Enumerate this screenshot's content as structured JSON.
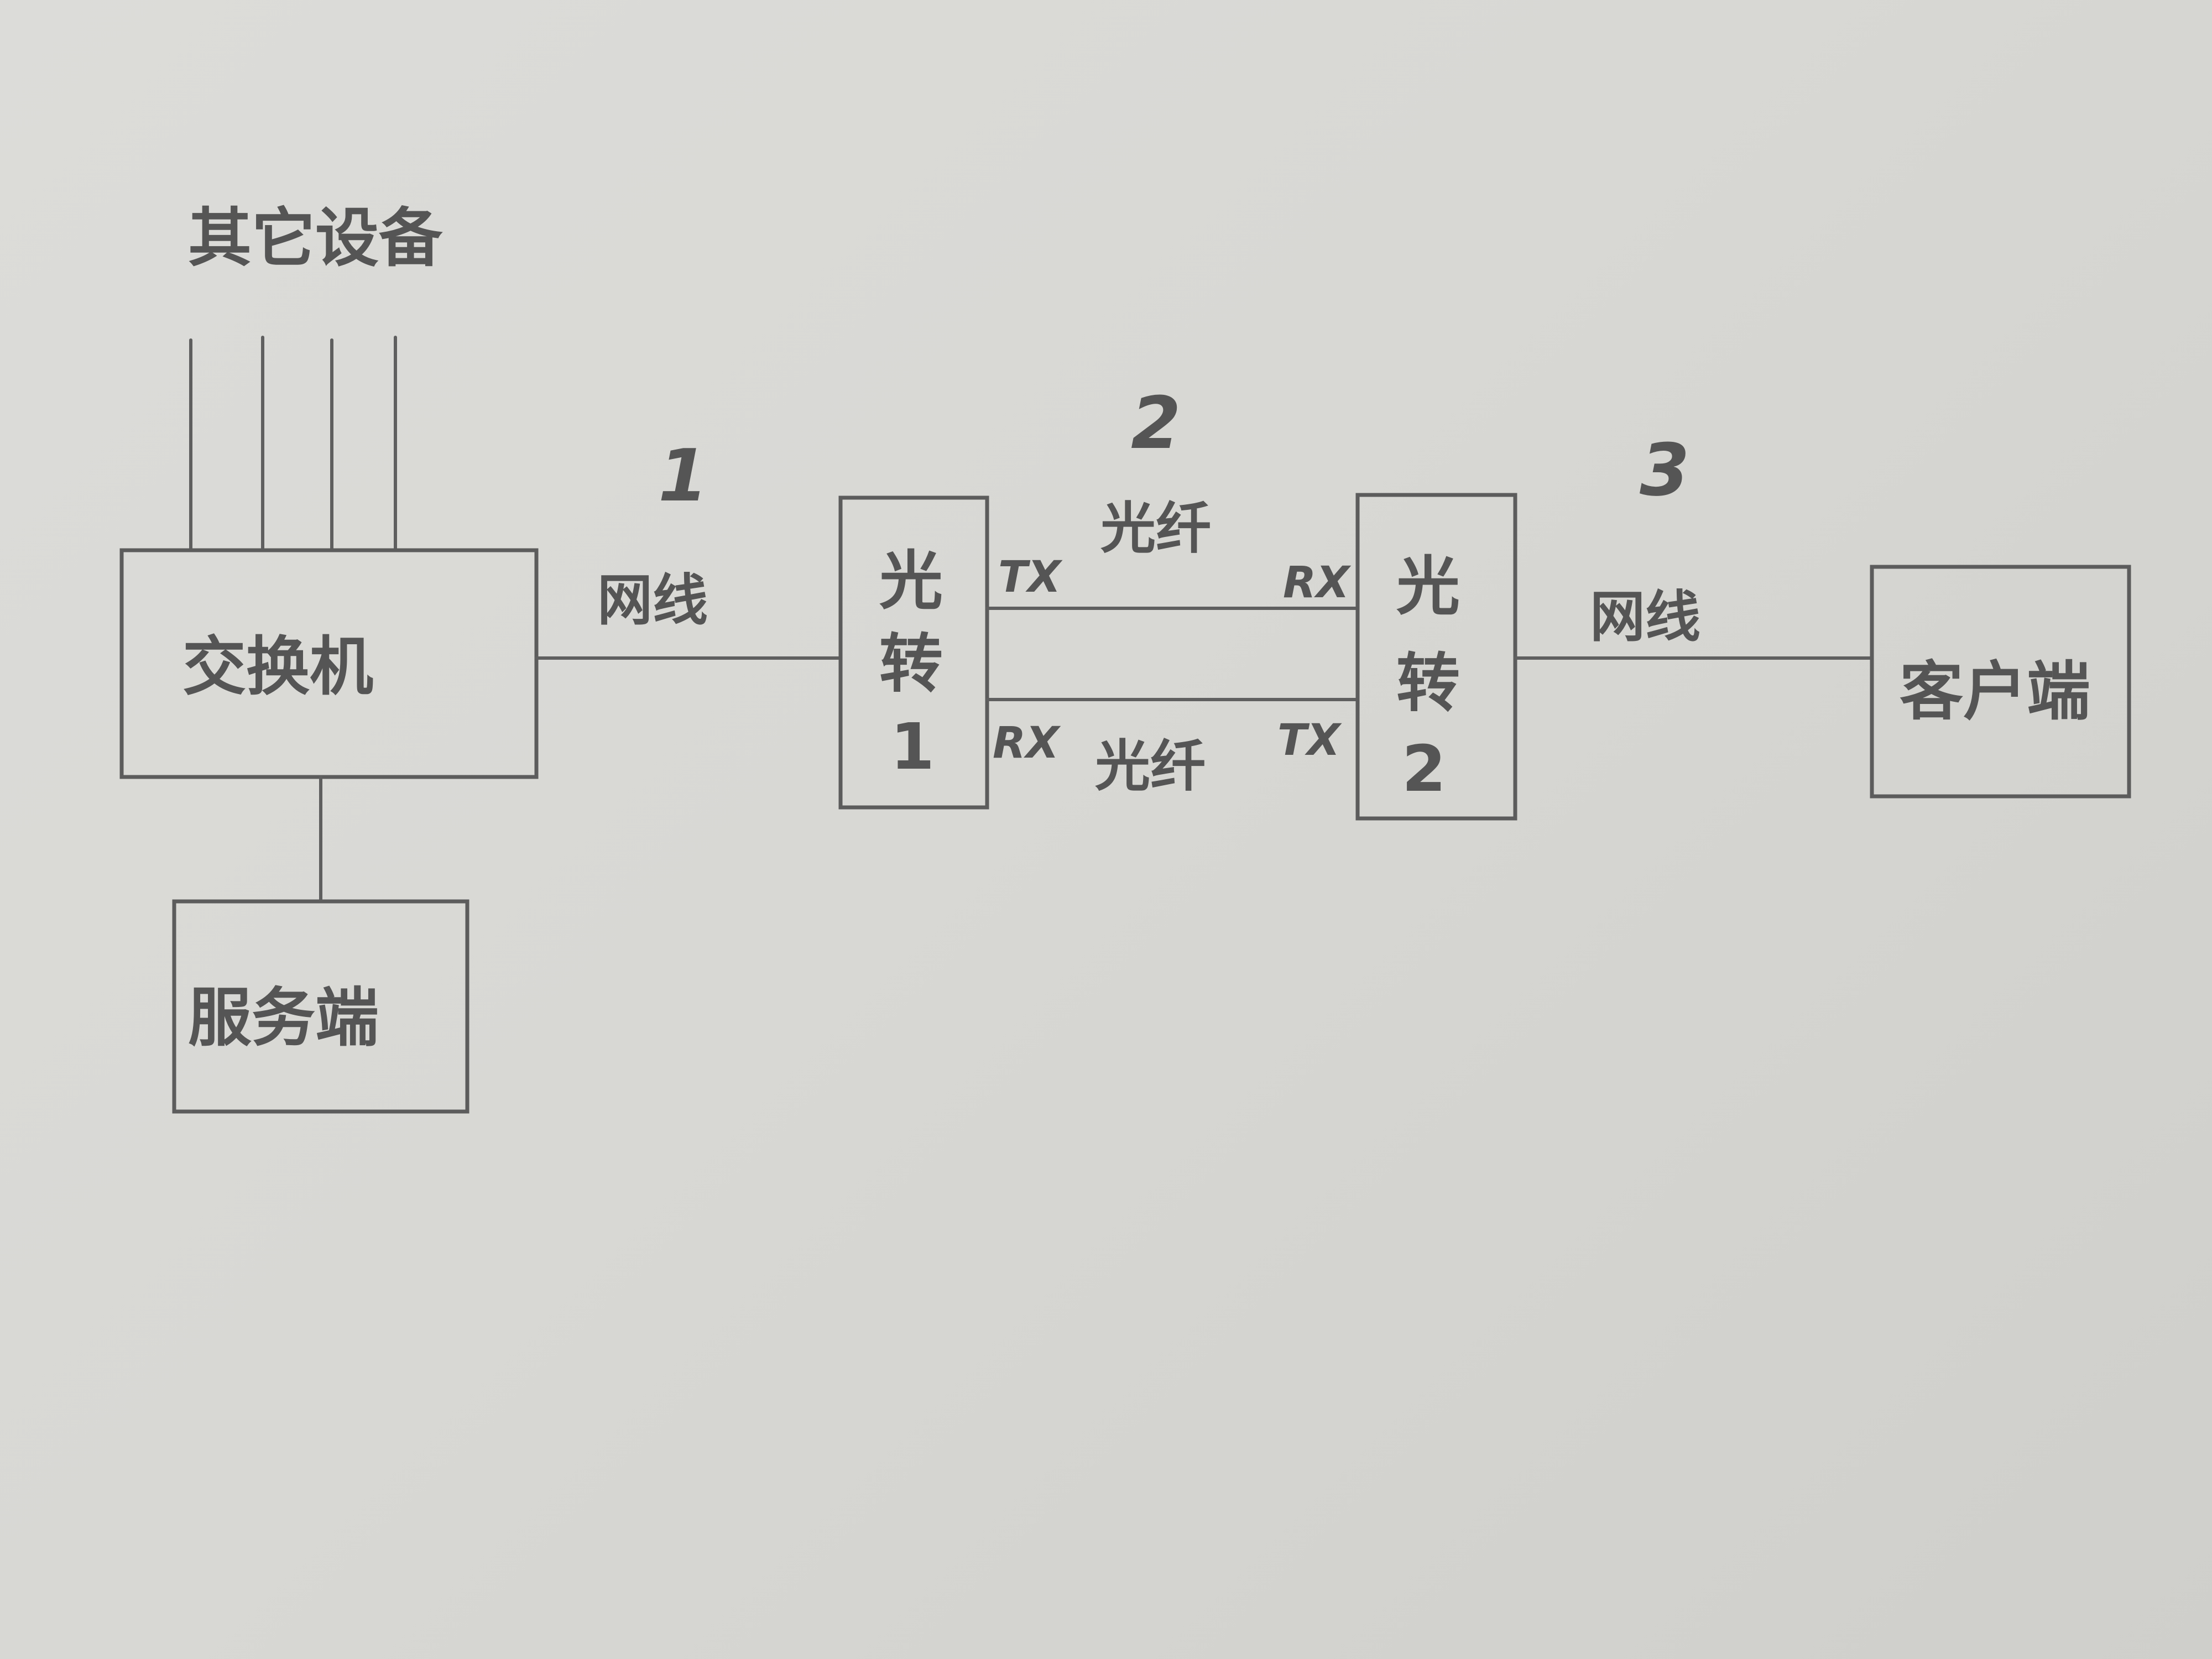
{
  "labels": {
    "other_devices": "其它设备",
    "switch": "交换机",
    "server": "服务端",
    "client": "客户端",
    "transceiver1": [
      "光",
      "转",
      "1"
    ],
    "transceiver2": [
      "光",
      "转",
      "2"
    ],
    "link1_number": "1",
    "link1_cable": "网线",
    "link2_number": "2",
    "fiber_top": "光纤",
    "fiber_bottom": "光纤",
    "link3_number": "3",
    "link3_cable": "网线",
    "t1_tx": "TX",
    "t1_rx": "RX",
    "t2_rx": "RX",
    "t2_tx": "TX"
  }
}
